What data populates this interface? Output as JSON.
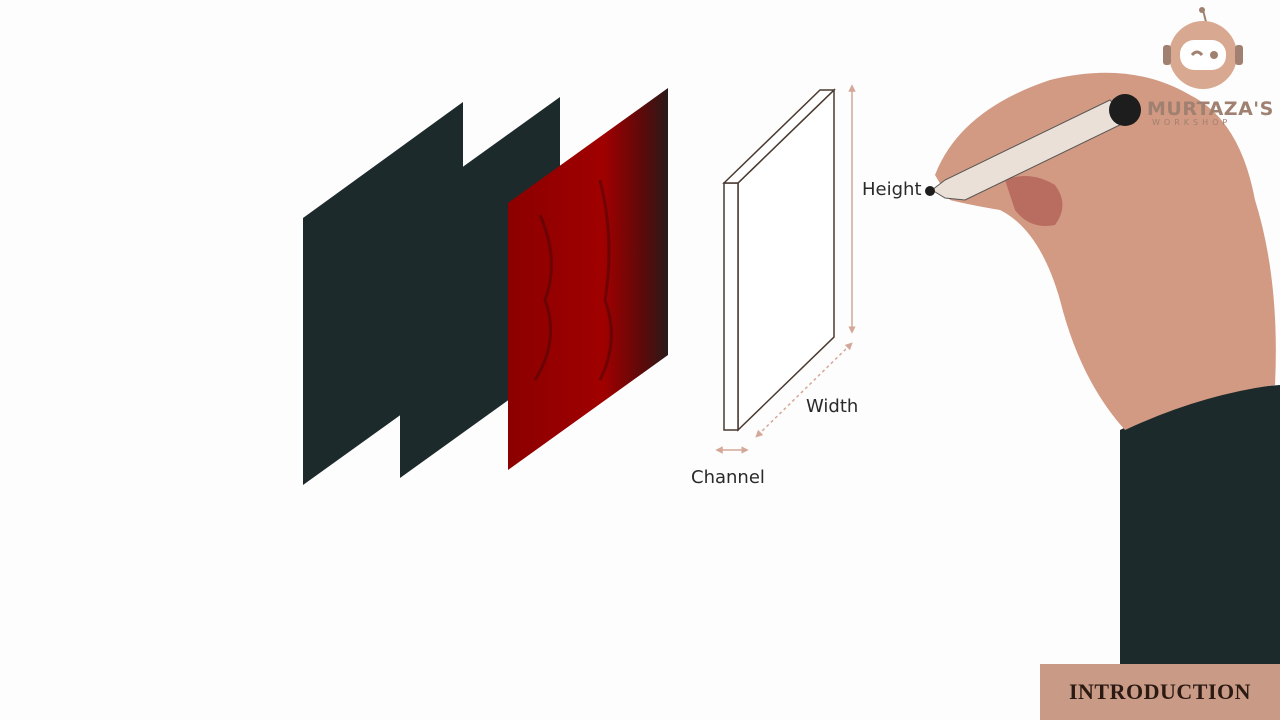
{
  "diagram": {
    "labels": {
      "height": "Height",
      "width": "Width",
      "channel": "Channel"
    },
    "colors": {
      "dark_slate": "#1d2a2b",
      "red_channel": "#8c0000",
      "arrow": "#d4a898",
      "outline": "#4a3a30",
      "skin": "#d29a82",
      "sleeve": "#1d2a2b"
    }
  },
  "logo": {
    "name": "MURTAZA'S",
    "subtitle": "WORKSHOP",
    "icon": "robot-icon"
  },
  "section_badge": {
    "label": "INTRODUCTION"
  }
}
